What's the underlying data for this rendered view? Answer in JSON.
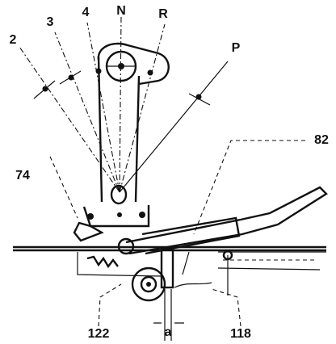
{
  "figure": {
    "direction_labels": {
      "n": "N",
      "r": "R",
      "p": "P",
      "d4": "4",
      "d3": "3",
      "d2": "2"
    },
    "reference_labels": {
      "ref_82": "82",
      "ref_74": "74",
      "ref_122": "122",
      "ref_118": "118",
      "ref_a": "a"
    }
  }
}
